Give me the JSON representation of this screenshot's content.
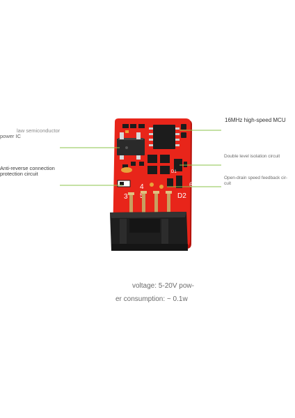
{
  "callouts": {
    "power_ic_line1": "law semiconductor",
    "power_ic_line2": "power IC",
    "anti_reverse_line1": "Anti-reverse connection",
    "anti_reverse_line2": "protection circuit",
    "mcu": "16MHz high-speed MCU",
    "isolation": "Double level isolation circuit",
    "open_drain_line1": "Open-drain speed feedback cir-",
    "open_drain_line2": "cuit"
  },
  "silkscreen": {
    "n3": "3",
    "n4": "4",
    "n5": "5",
    "n6": "6",
    "d1": "D1",
    "d2": "D2"
  },
  "specs": {
    "line1": "voltage: 5-20V pow-",
    "line2": "er consumption: ~ 0.1w"
  },
  "colors": {
    "board_red": "#e8251a",
    "leader_green": "#8bc34a",
    "connector_black": "#1e1e1e",
    "pin_gold": "#c8a060"
  }
}
